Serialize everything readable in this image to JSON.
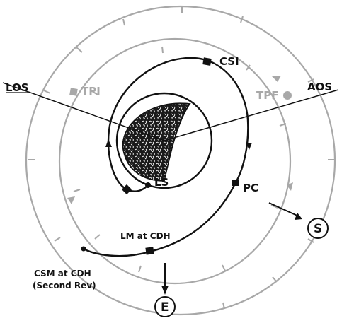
{
  "labels": {
    "los": "LOS",
    "aos": "AOS",
    "tpi": "TPI",
    "tpf": "TPF",
    "csi": "CSI",
    "pc": "PC",
    "ls": "LS",
    "lm_at_cdh": "LM at CDH",
    "csm_at_cdh_line1": "CSM at CDH",
    "csm_at_cdh_line2": "(Second Rev)",
    "sun_marker": "S",
    "earth_marker": "E"
  },
  "colors": {
    "lm_track": "#111111",
    "csm_track": "#a8a8a8",
    "moon_surface": "#1a1a1a",
    "background": "#ffffff"
  },
  "icons": {
    "lm_marker": "filled-square",
    "csm_marker": "filled-circle",
    "direction": "arrowhead"
  }
}
